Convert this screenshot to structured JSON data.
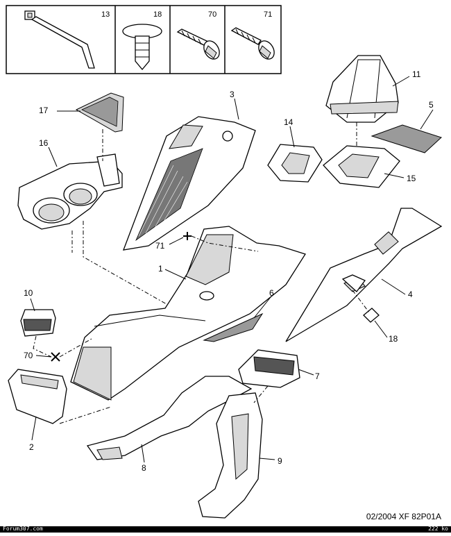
{
  "header_parts": [
    "13",
    "18",
    "70",
    "71"
  ],
  "labels": [
    "11",
    "3",
    "17",
    "5",
    "14",
    "16",
    "15",
    "71",
    "1",
    "4",
    "10",
    "6",
    "18",
    "70",
    "7",
    "2",
    "8",
    "9"
  ],
  "reference": "02/2004  XF 82P01A",
  "footer": {
    "left": "Forum307.com",
    "right": "222 ko"
  }
}
